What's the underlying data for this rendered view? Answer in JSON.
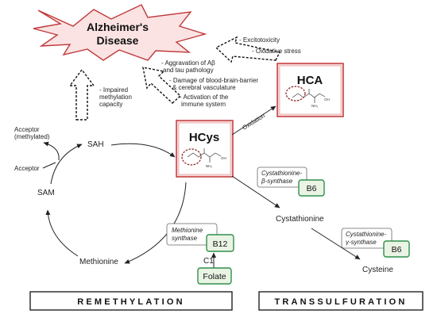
{
  "disease": {
    "line1": "Alzheimer's",
    "line2": "Disease"
  },
  "effects": {
    "left": [
      "- Impaired",
      "methylation",
      "capacity"
    ],
    "middle": [
      "- Aggravation of Aβ",
      "and tau pathology",
      "- Damage of blood-brain-barrier",
      "& cerebral vasculature",
      "- Activation of the",
      "immune system"
    ],
    "right": [
      "- Excitotoxicity",
      "- Oxidative stress"
    ]
  },
  "metabolites": {
    "hca": "HCA",
    "hcys": "HCys",
    "sah": "SAH",
    "sam": "SAM",
    "methionine": "Methionine",
    "cystathionine": "Cystathionine",
    "cysteine": "Cysteine",
    "acceptor_methylated": [
      "Acceptor",
      "(methylated)"
    ],
    "acceptor": "Acceptor",
    "oxidation": "Oxidation",
    "c1": "C1"
  },
  "enzymes": {
    "methionine_synthase": [
      "Methionine",
      "synthase"
    ],
    "cbs": [
      "Cystathionine-",
      "β-synthase"
    ],
    "cgs": [
      "Cystathionine-",
      "γ-synthase"
    ]
  },
  "vitamins": {
    "b12": "B12",
    "b6_a": "B6",
    "b6_b": "B6",
    "folate": "Folate"
  },
  "pathways": {
    "remethylation": "REMETHYLATION",
    "transsulfuration": "TRANSSULFURATION"
  },
  "colors": {
    "accent_red": "#c0393b",
    "pink_box": "#f6d9d9",
    "vitamin_green": "#2f8f4c",
    "vitamin_fill": "#eaf4e4"
  }
}
